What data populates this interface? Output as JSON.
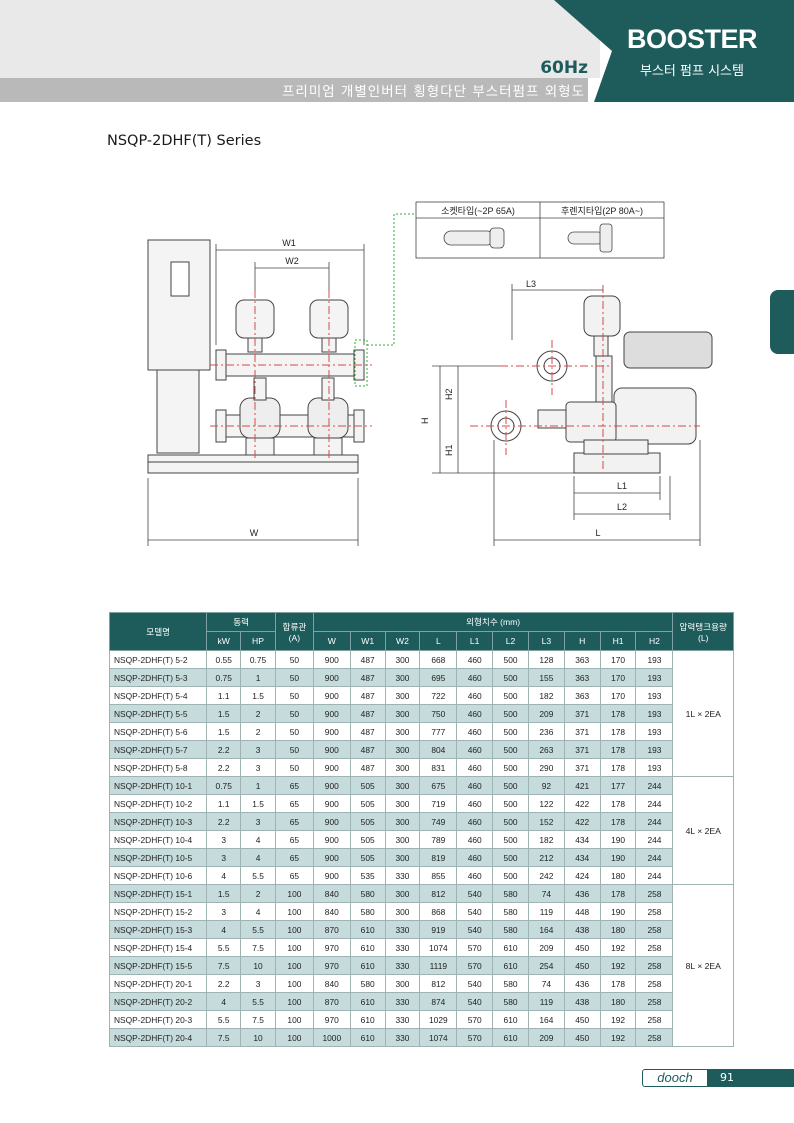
{
  "header": {
    "freq": "60Hz",
    "title": "BOOSTER",
    "subtitle_ko": "부스터 펌프 시스템",
    "description": "프리미엄 개별인버터 횡형다단 부스터펌프 외형도"
  },
  "series_title": "NSQP-2DHF(T) Series",
  "diagram": {
    "socket_type": "소켓타입(~2P 65A)",
    "flange_type": "후렌지타입(2P 80A~)",
    "labels": {
      "w1": "W1",
      "w2": "W2",
      "w": "W",
      "l3": "L3",
      "h": "H",
      "h1": "H1",
      "h2": "H2",
      "l1": "L1",
      "l2": "L2",
      "l": "L"
    }
  },
  "table": {
    "headers": {
      "model": "모델명",
      "power": "동력",
      "kw": "kW",
      "hp": "HP",
      "flow": "합류관",
      "flow_unit": "(A)",
      "dims": "외형치수 (mm)",
      "tank": "압력탱크용량",
      "tank_unit": "(L)",
      "dim_cols": [
        "W",
        "W1",
        "W2",
        "L",
        "L1",
        "L2",
        "L3",
        "H",
        "H1",
        "H2"
      ]
    },
    "rows": [
      [
        "NSQP-2DHF(T) 5-2",
        "0.55",
        "0.75",
        "50",
        "900",
        "487",
        "300",
        "668",
        "460",
        "500",
        "128",
        "363",
        "170",
        "193"
      ],
      [
        "NSQP-2DHF(T) 5-3",
        "0.75",
        "1",
        "50",
        "900",
        "487",
        "300",
        "695",
        "460",
        "500",
        "155",
        "363",
        "170",
        "193"
      ],
      [
        "NSQP-2DHF(T) 5-4",
        "1.1",
        "1.5",
        "50",
        "900",
        "487",
        "300",
        "722",
        "460",
        "500",
        "182",
        "363",
        "170",
        "193"
      ],
      [
        "NSQP-2DHF(T) 5-5",
        "1.5",
        "2",
        "50",
        "900",
        "487",
        "300",
        "750",
        "460",
        "500",
        "209",
        "371",
        "178",
        "193"
      ],
      [
        "NSQP-2DHF(T) 5-6",
        "1.5",
        "2",
        "50",
        "900",
        "487",
        "300",
        "777",
        "460",
        "500",
        "236",
        "371",
        "178",
        "193"
      ],
      [
        "NSQP-2DHF(T) 5-7",
        "2.2",
        "3",
        "50",
        "900",
        "487",
        "300",
        "804",
        "460",
        "500",
        "263",
        "371",
        "178",
        "193"
      ],
      [
        "NSQP-2DHF(T) 5-8",
        "2.2",
        "3",
        "50",
        "900",
        "487",
        "300",
        "831",
        "460",
        "500",
        "290",
        "371",
        "178",
        "193"
      ],
      [
        "NSQP-2DHF(T) 10-1",
        "0.75",
        "1",
        "65",
        "900",
        "505",
        "300",
        "675",
        "460",
        "500",
        "92",
        "421",
        "177",
        "244"
      ],
      [
        "NSQP-2DHF(T) 10-2",
        "1.1",
        "1.5",
        "65",
        "900",
        "505",
        "300",
        "719",
        "460",
        "500",
        "122",
        "422",
        "178",
        "244"
      ],
      [
        "NSQP-2DHF(T) 10-3",
        "2.2",
        "3",
        "65",
        "900",
        "505",
        "300",
        "749",
        "460",
        "500",
        "152",
        "422",
        "178",
        "244"
      ],
      [
        "NSQP-2DHF(T) 10-4",
        "3",
        "4",
        "65",
        "900",
        "505",
        "300",
        "789",
        "460",
        "500",
        "182",
        "434",
        "190",
        "244"
      ],
      [
        "NSQP-2DHF(T) 10-5",
        "3",
        "4",
        "65",
        "900",
        "505",
        "300",
        "819",
        "460",
        "500",
        "212",
        "434",
        "190",
        "244"
      ],
      [
        "NSQP-2DHF(T) 10-6",
        "4",
        "5.5",
        "65",
        "900",
        "535",
        "330",
        "855",
        "460",
        "500",
        "242",
        "424",
        "180",
        "244"
      ],
      [
        "NSQP-2DHF(T) 15-1",
        "1.5",
        "2",
        "100",
        "840",
        "580",
        "300",
        "812",
        "540",
        "580",
        "74",
        "436",
        "178",
        "258"
      ],
      [
        "NSQP-2DHF(T) 15-2",
        "3",
        "4",
        "100",
        "840",
        "580",
        "300",
        "868",
        "540",
        "580",
        "119",
        "448",
        "190",
        "258"
      ],
      [
        "NSQP-2DHF(T) 15-3",
        "4",
        "5.5",
        "100",
        "870",
        "610",
        "330",
        "919",
        "540",
        "580",
        "164",
        "438",
        "180",
        "258"
      ],
      [
        "NSQP-2DHF(T) 15-4",
        "5.5",
        "7.5",
        "100",
        "970",
        "610",
        "330",
        "1074",
        "570",
        "610",
        "209",
        "450",
        "192",
        "258"
      ],
      [
        "NSQP-2DHF(T) 15-5",
        "7.5",
        "10",
        "100",
        "970",
        "610",
        "330",
        "1119",
        "570",
        "610",
        "254",
        "450",
        "192",
        "258"
      ],
      [
        "NSQP-2DHF(T) 20-1",
        "2.2",
        "3",
        "100",
        "840",
        "580",
        "300",
        "812",
        "540",
        "580",
        "74",
        "436",
        "178",
        "258"
      ],
      [
        "NSQP-2DHF(T) 20-2",
        "4",
        "5.5",
        "100",
        "870",
        "610",
        "330",
        "874",
        "540",
        "580",
        "119",
        "438",
        "180",
        "258"
      ],
      [
        "NSQP-2DHF(T) 20-3",
        "5.5",
        "7.5",
        "100",
        "970",
        "610",
        "330",
        "1029",
        "570",
        "610",
        "164",
        "450",
        "192",
        "258"
      ],
      [
        "NSQP-2DHF(T) 20-4",
        "7.5",
        "10",
        "100",
        "1000",
        "610",
        "330",
        "1074",
        "570",
        "610",
        "209",
        "450",
        "192",
        "258"
      ]
    ],
    "tank_groups": [
      {
        "label": "1L × 2EA",
        "span": 7
      },
      {
        "label": "4L × 2EA",
        "span": 6
      },
      {
        "label": "8L × 2EA",
        "span": 9
      }
    ]
  },
  "footer": {
    "logo": "dooch",
    "page": "91"
  },
  "colors": {
    "accent": "#1e5c5c",
    "row_alt": "#c5dbdc",
    "pipe_red": "#d84a4a"
  }
}
